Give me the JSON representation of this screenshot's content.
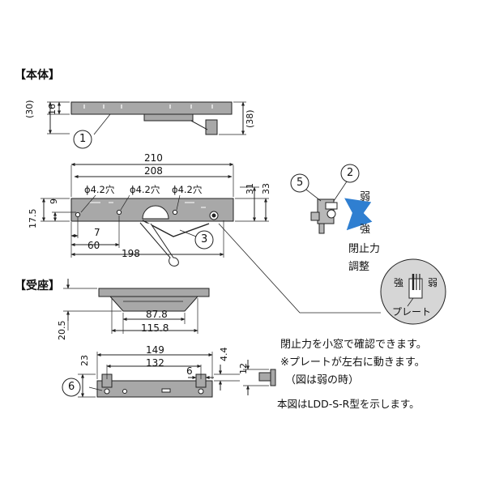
{
  "sections": {
    "body": "【本体】",
    "receiver": "【受座】"
  },
  "body_side_dims": {
    "d30": "(30)",
    "d16": "16",
    "d38": "(38)"
  },
  "body_top_dims": {
    "d210": "210",
    "d208": "208",
    "hole1": "ϕ4.2穴",
    "hole2": "ϕ4.2穴",
    "hole3": "ϕ4.2穴",
    "d9": "9",
    "d17_5": "17.5",
    "d7": "7",
    "d60": "60",
    "d198": "198",
    "d31": "31",
    "d33": "33"
  },
  "receiver_dims": {
    "d20_5": "20.5",
    "d87_8": "87.8",
    "d115_8": "115.8",
    "d149": "149",
    "d132": "132",
    "d6": "6",
    "d23": "23",
    "d4_4": "4.4",
    "d12": "12"
  },
  "callouts": {
    "c1": "1",
    "c2": "2",
    "c3": "3",
    "c5": "5",
    "c6": "6"
  },
  "adjuster": {
    "weak": "弱",
    "strong": "強",
    "line1": "閉止力",
    "line2": "調整"
  },
  "plate_zoom": {
    "strong": "強",
    "weak": "弱",
    "plate": "プレート"
  },
  "notes": {
    "n1": "閉止力を小窓で確認できます。",
    "n2": "※プレートが左右に動きます。",
    "n3": "（図は弱の時）",
    "n4": "本図はLDD-S-R型を示します。"
  },
  "colors": {
    "line": "#222222",
    "part_fill": "#a8a8a8",
    "arrow": "#2f7fd1",
    "zoom_fill": "#d6d6d6"
  }
}
